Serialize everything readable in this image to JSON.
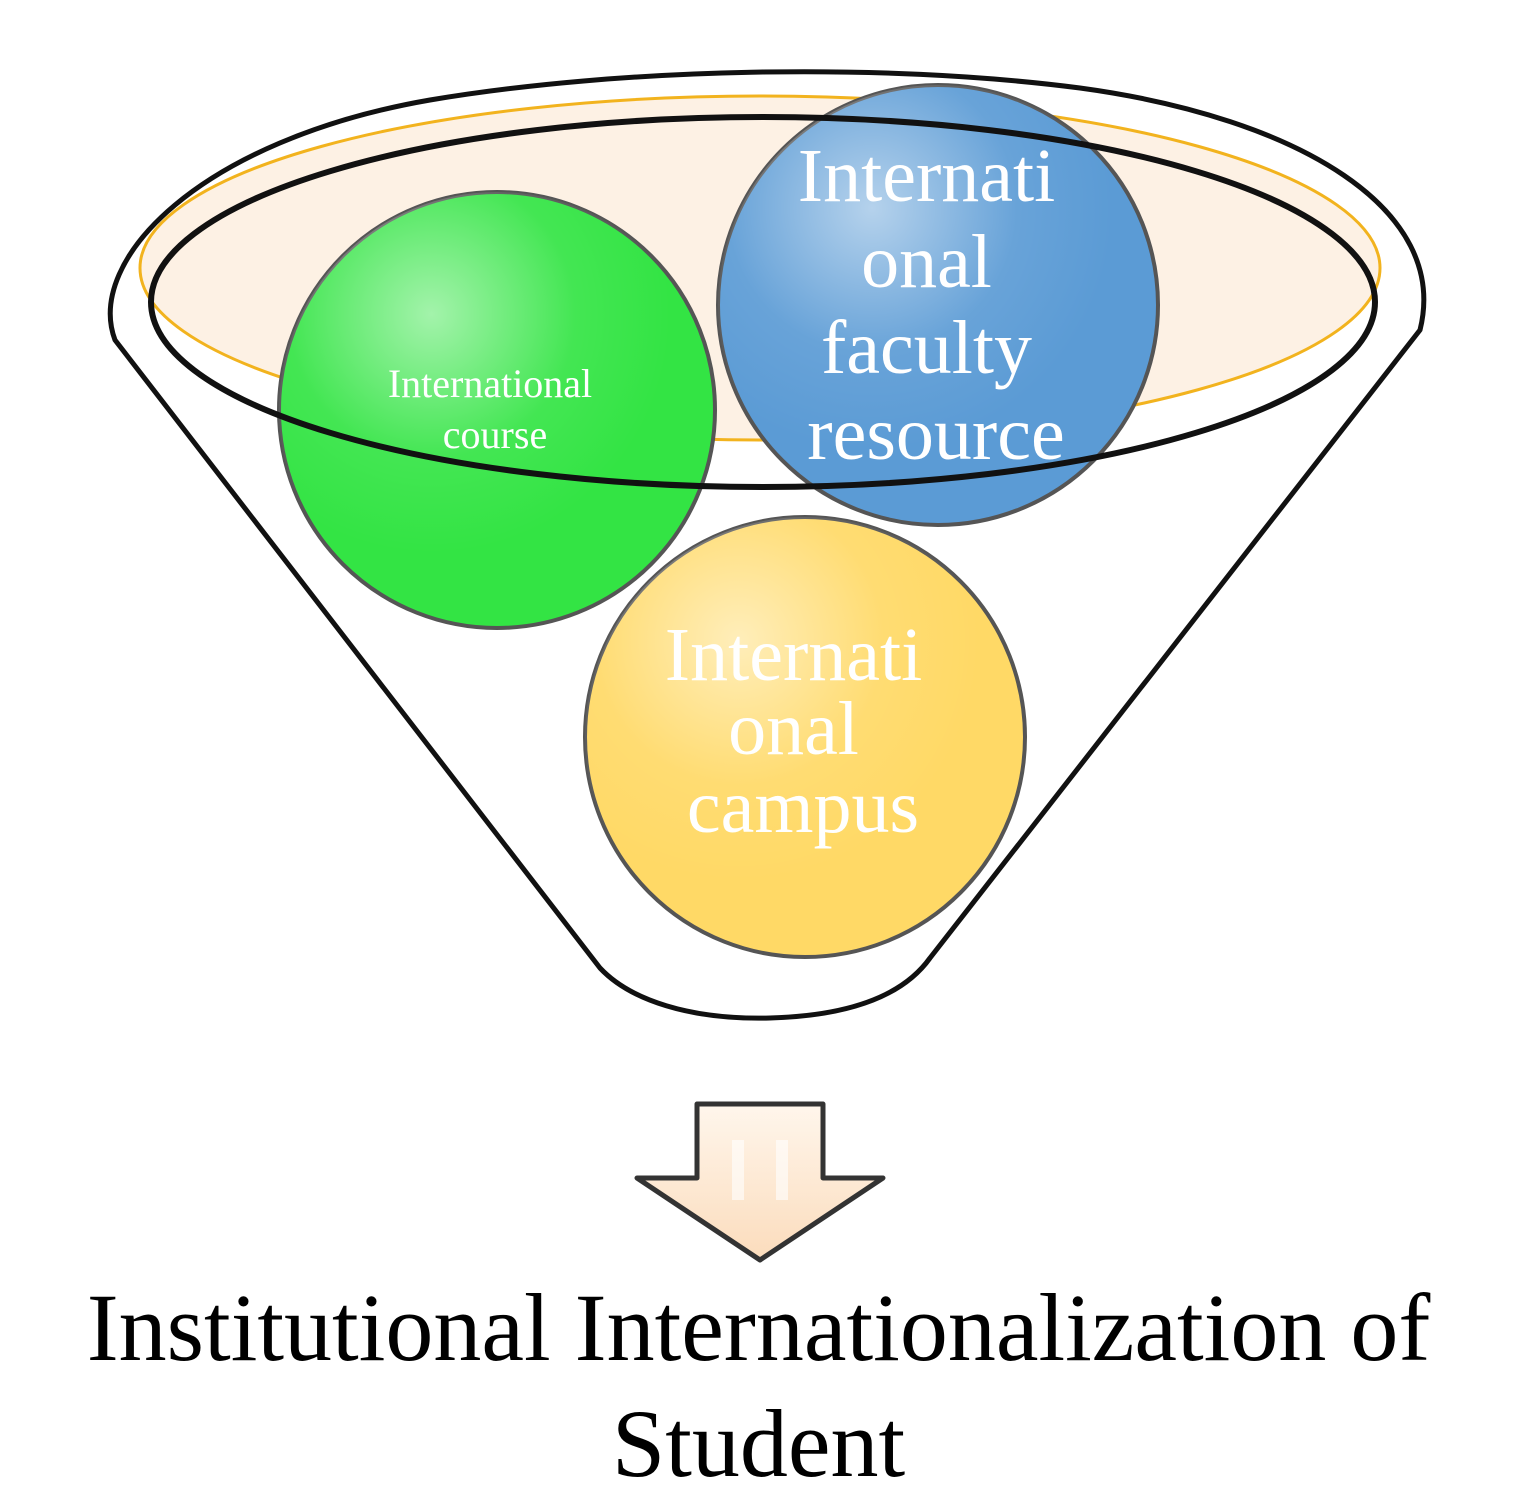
{
  "colors": {
    "funnel_top_fill": "#fdf1e4",
    "funnel_top_rim": "#f2b31e",
    "outline": "#111111",
    "course_ball": "#33e444",
    "faculty_ball": "#5b9bd5",
    "campus_ball": "#ffd966",
    "arrow_fill": "#fde9d4",
    "label_text": "#ffffff",
    "output_text": "#000000"
  },
  "balls": {
    "course": {
      "lines": [
        "International",
        "course"
      ]
    },
    "faculty": {
      "lines": [
        "Internati",
        "onal",
        "faculty",
        "resource"
      ]
    },
    "campus": {
      "lines": [
        "Internati",
        "onal",
        "campus"
      ]
    }
  },
  "arrow": {
    "icon": "down-arrow-icon"
  },
  "output": {
    "lines": [
      "Institutional Internationalization of",
      "Student"
    ]
  }
}
